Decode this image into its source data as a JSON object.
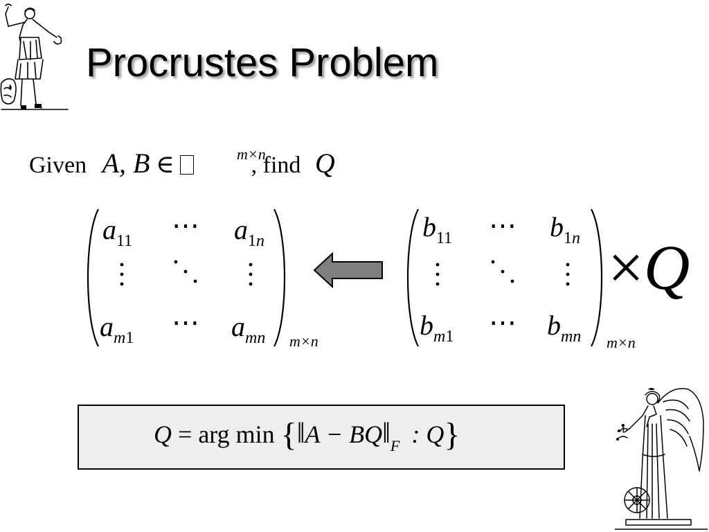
{
  "slide": {
    "title": "Procrustes Problem",
    "given": {
      "word_given": "Given",
      "vars": "A, B",
      "element_of": "∈",
      "dims": "m×n",
      "find": ", find",
      "target": "Q"
    },
    "matrix_a": {
      "cells": [
        {
          "letter": "a",
          "sub": "11"
        },
        {
          "letter": "⋯",
          "sub": ""
        },
        {
          "letter": "a",
          "sub": "1n"
        },
        {
          "letter": "a",
          "sub": "m1"
        },
        {
          "letter": "⋯",
          "sub": ""
        },
        {
          "letter": "a",
          "sub": "mn"
        }
      ],
      "dims": "m×n"
    },
    "matrix_b": {
      "cells": [
        {
          "letter": "b",
          "sub": "11"
        },
        {
          "letter": "⋯",
          "sub": ""
        },
        {
          "letter": "b",
          "sub": "1n"
        },
        {
          "letter": "b",
          "sub": "m1"
        },
        {
          "letter": "⋯",
          "sub": ""
        },
        {
          "letter": "b",
          "sub": "mn"
        }
      ],
      "dims": "m×n"
    },
    "multiplier": {
      "times": "×",
      "q": "Q"
    },
    "formula": {
      "lhs": "Q",
      "eq": "=",
      "op": "arg min",
      "open": "{",
      "norm_open": "‖",
      "body": "A − BQ",
      "norm_close": "‖",
      "norm_sub": "F",
      "colon": ": Q",
      "close": "}"
    },
    "colors": {
      "arrow_fill": "#7f7f7f",
      "box_fill": "#eeeeee",
      "title_shadow": "#9a9a9a"
    }
  }
}
